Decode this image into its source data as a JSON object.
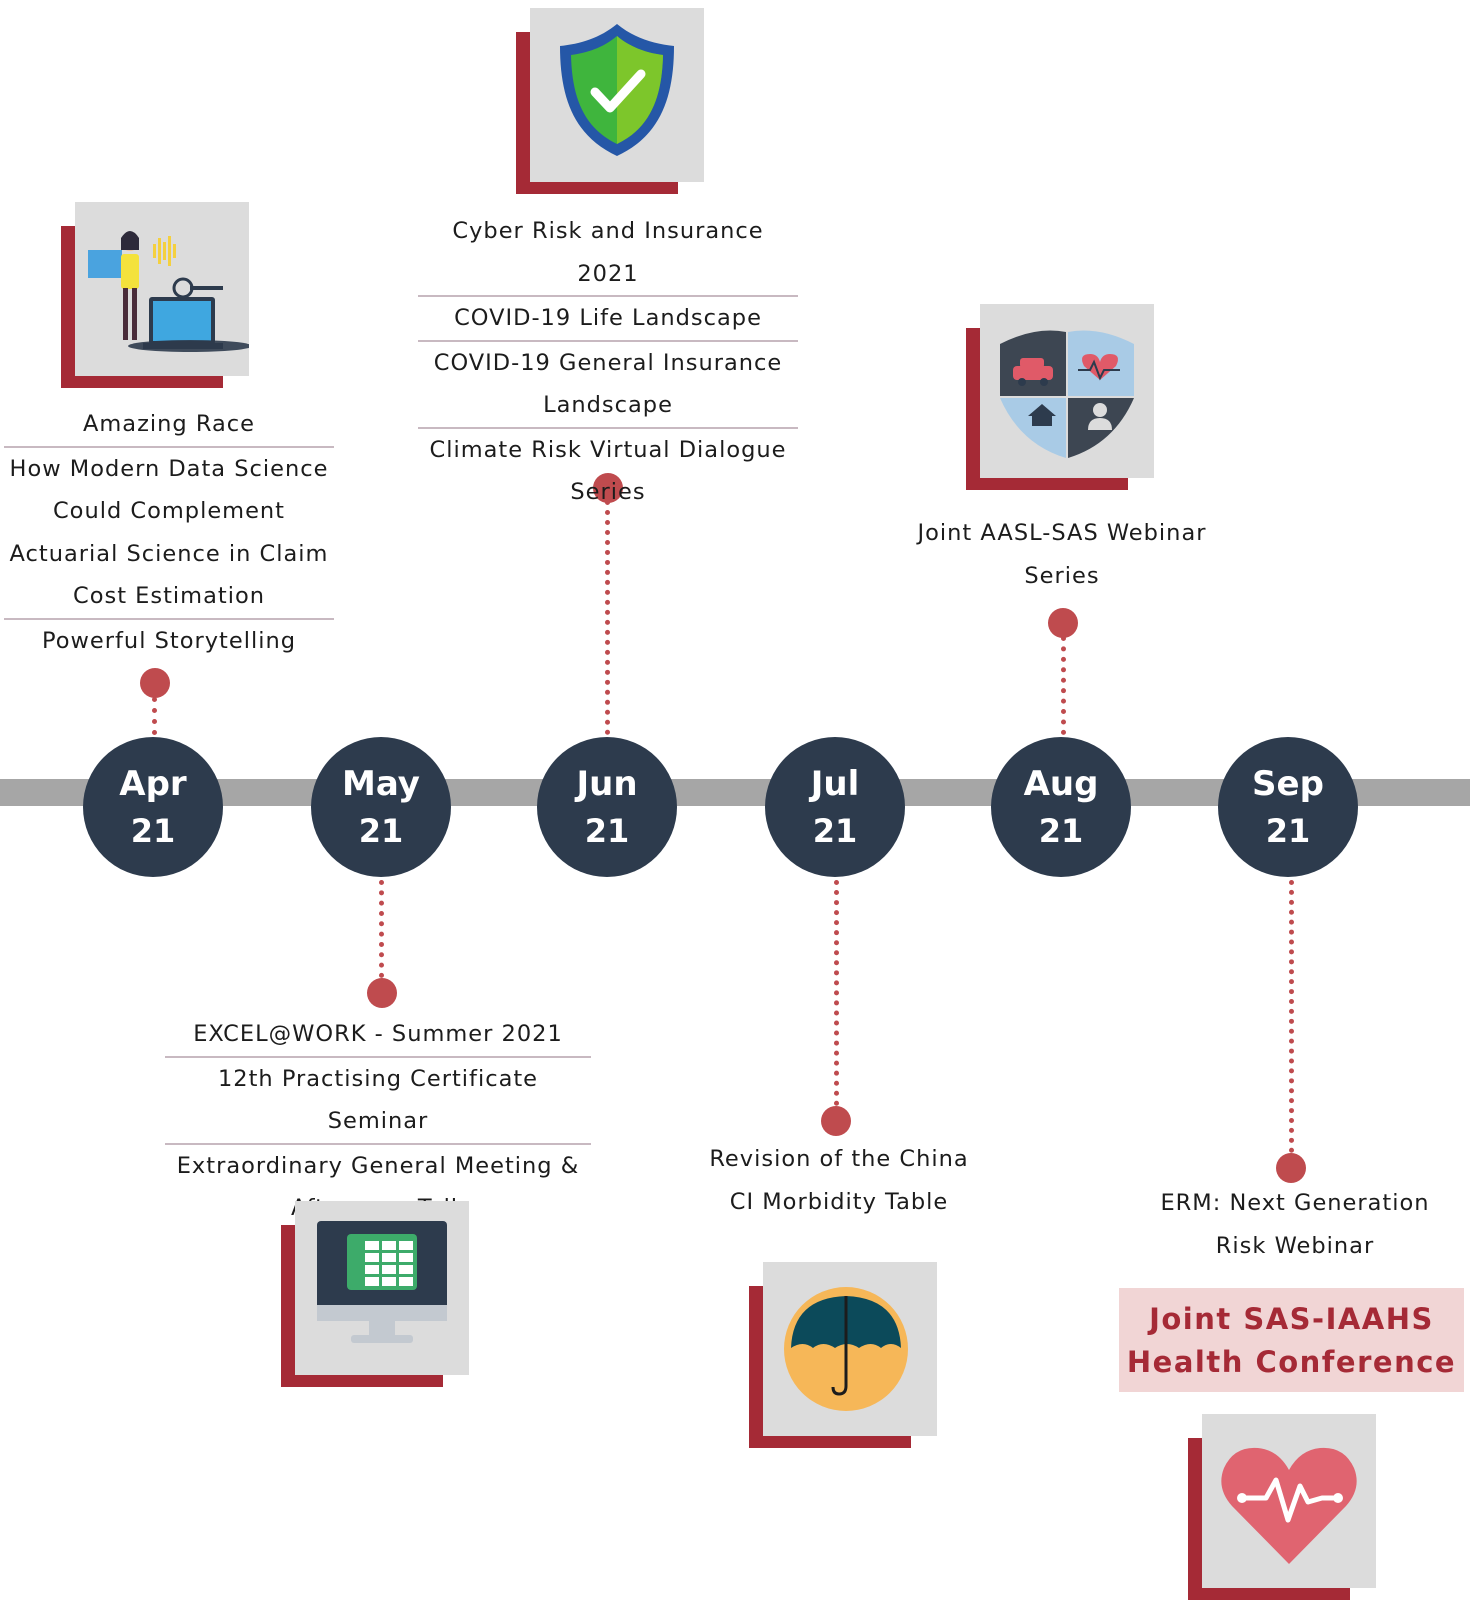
{
  "months": [
    {
      "month": "Apr",
      "year": "21"
    },
    {
      "month": "May",
      "year": "21"
    },
    {
      "month": "Jun",
      "year": "21"
    },
    {
      "month": "Jul",
      "year": "21"
    },
    {
      "month": "Aug",
      "year": "21"
    },
    {
      "month": "Sep",
      "year": "21"
    }
  ],
  "events": {
    "apr": [
      "Amazing Race",
      "How Modern Data Science Could Complement Actuarial Science in Claim Cost Estimation",
      "Powerful Storytelling"
    ],
    "may": [
      "EXCEL@WORK - Summer 2021",
      "12th Practising Certificate Seminar",
      "Extraordinary General Meeting & Afternoon Talk"
    ],
    "jun": [
      "Cyber Risk and Insurance 2021",
      "COVID-19 Life Landscape",
      "COVID-19 General Insurance Landscape",
      "Climate Risk Virtual Dialogue Series"
    ],
    "jul": [
      "Revision of the China CI Morbidity Table"
    ],
    "aug": [
      "Joint AASL-SAS Webinar Series"
    ],
    "sep": [
      "ERM: Next Generation Risk Webinar"
    ]
  },
  "highlight": {
    "line1": "Joint SAS-IAAHS",
    "line2": "Health Conference"
  },
  "icons": {
    "apr": "data-analyst-icon",
    "may": "spreadsheet-monitor-icon",
    "jun": "shield-check-icon",
    "jul": "umbrella-icon",
    "aug": "insurance-shield-icon",
    "sep": "heart-pulse-icon"
  },
  "colors": {
    "accent": "#a52a36",
    "dot": "#bf4b4e",
    "circle": "#2d3b4d",
    "line": "#a6a6a6",
    "card": "#dcdcdc"
  }
}
